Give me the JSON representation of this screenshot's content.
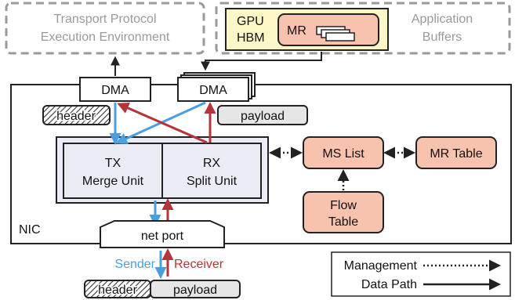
{
  "boxes": {
    "transport_env": [
      "Transport Protocol",
      "Execution Environment"
    ],
    "app_buffers": [
      "Application",
      "Buffers"
    ],
    "gpu_hbm": [
      "GPU",
      "HBM"
    ],
    "mr": "MR",
    "dma_left": "DMA",
    "dma_right": "DMA",
    "header_top": "header",
    "payload_top": "payload",
    "tx_unit": [
      "TX",
      "Merge Unit"
    ],
    "rx_unit": [
      "RX",
      "Split Unit"
    ],
    "ms_list": "MS List",
    "mr_table": "MR Table",
    "flow_table": [
      "Flow",
      "Table"
    ],
    "nic": "NIC",
    "net_port": "net port",
    "header_bottom": "header",
    "payload_bottom": "payload"
  },
  "flow_labels": {
    "sender": "Sender",
    "receiver": "Receiver"
  },
  "legend": {
    "management": "Management",
    "data_path": "Data Path"
  },
  "colors": {
    "sender_arrow": "#4a9fe0",
    "receiver_arrow": "#b5343a",
    "salmon_fill": "#f7c2ae",
    "gpu_fill": "#fdf7c8",
    "unit_fill": "#ececf6",
    "dashed_border": "#9a9a9a",
    "payload_fill": "#e6e6e6"
  }
}
